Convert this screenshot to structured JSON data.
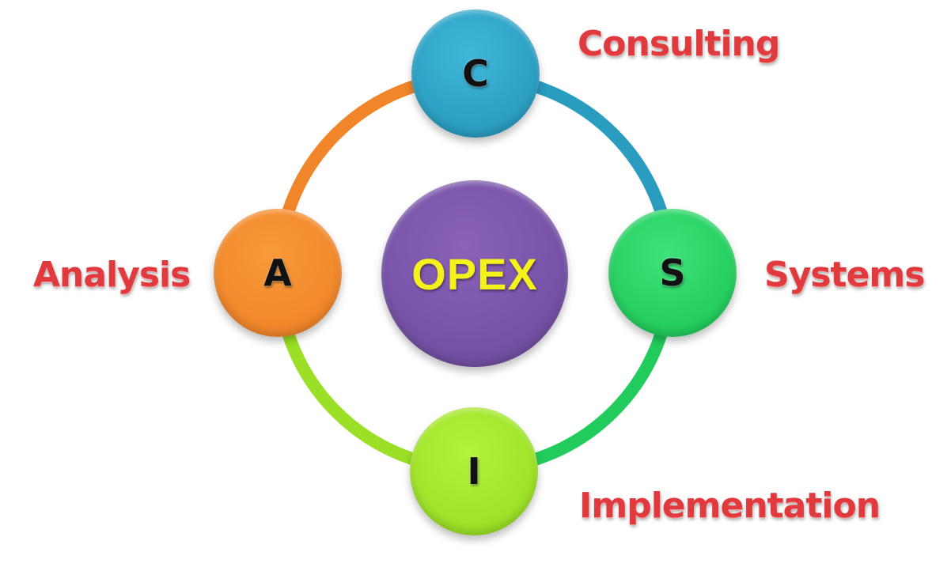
{
  "diagram": {
    "center": {
      "label": "OPEX",
      "color": "#7450a3",
      "text_color": "#f5f11a"
    },
    "nodes": [
      {
        "id": "c",
        "letter": "C",
        "label": "Consulting",
        "color": "#2a9cc0",
        "position": "top"
      },
      {
        "id": "s",
        "letter": "S",
        "label": "Systems",
        "color": "#22cc5c",
        "position": "right"
      },
      {
        "id": "i",
        "letter": "I",
        "label": "Implementation",
        "color": "#9be027",
        "position": "bottom"
      },
      {
        "id": "a",
        "letter": "A",
        "label": "Analysis",
        "color": "#f0852a",
        "position": "left"
      }
    ],
    "label_color": "#e03a3e",
    "ring_segments": [
      {
        "from": "A",
        "to": "C",
        "color": "#f0852a"
      },
      {
        "from": "C",
        "to": "S",
        "color": "#2a9cc0"
      },
      {
        "from": "S",
        "to": "I",
        "color": "#22cc5c"
      },
      {
        "from": "I",
        "to": "A",
        "color": "#9be027"
      }
    ]
  }
}
